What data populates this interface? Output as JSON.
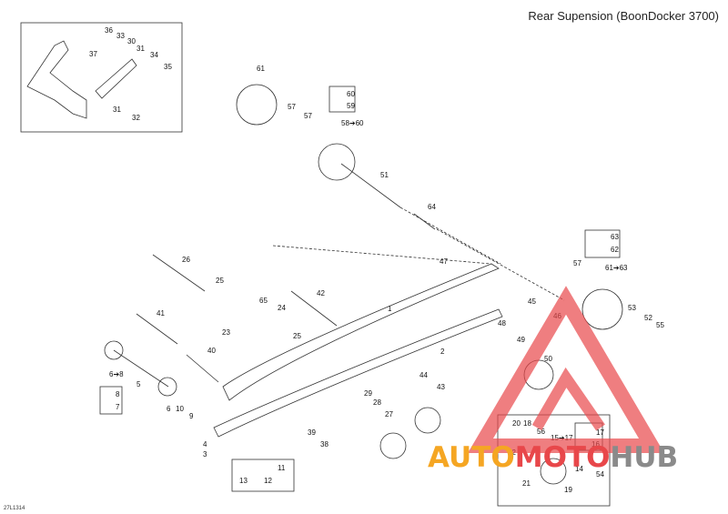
{
  "title": "Rear Supension (BoonDocker 3700)",
  "drawing_code": "27L1314",
  "watermark": {
    "part1": "AUTO",
    "part2": "MOTO",
    "part3": "HUB",
    "color_orange": "#f5a623",
    "color_red": "#e8474a",
    "color_gray": "#8a8a8a"
  },
  "labels": [
    "36",
    "33",
    "30",
    "37",
    "31",
    "34",
    "35",
    "31",
    "32",
    "61",
    "57",
    "57",
    "60",
    "59",
    "58➔60",
    "51",
    "64",
    "63",
    "62",
    "57",
    "61➔63",
    "47",
    "26",
    "25",
    "65",
    "24",
    "42",
    "1",
    "45",
    "46",
    "48",
    "49",
    "50",
    "53",
    "52",
    "55",
    "2",
    "41",
    "23",
    "25",
    "40",
    "6➔8",
    "5",
    "8",
    "7",
    "6",
    "10",
    "9",
    "44",
    "43",
    "29",
    "28",
    "27",
    "39",
    "38",
    "4",
    "3",
    "11",
    "13",
    "12",
    "20",
    "18",
    "56",
    "15➔17",
    "17",
    "16",
    "22",
    "14",
    "54",
    "21",
    "19"
  ]
}
